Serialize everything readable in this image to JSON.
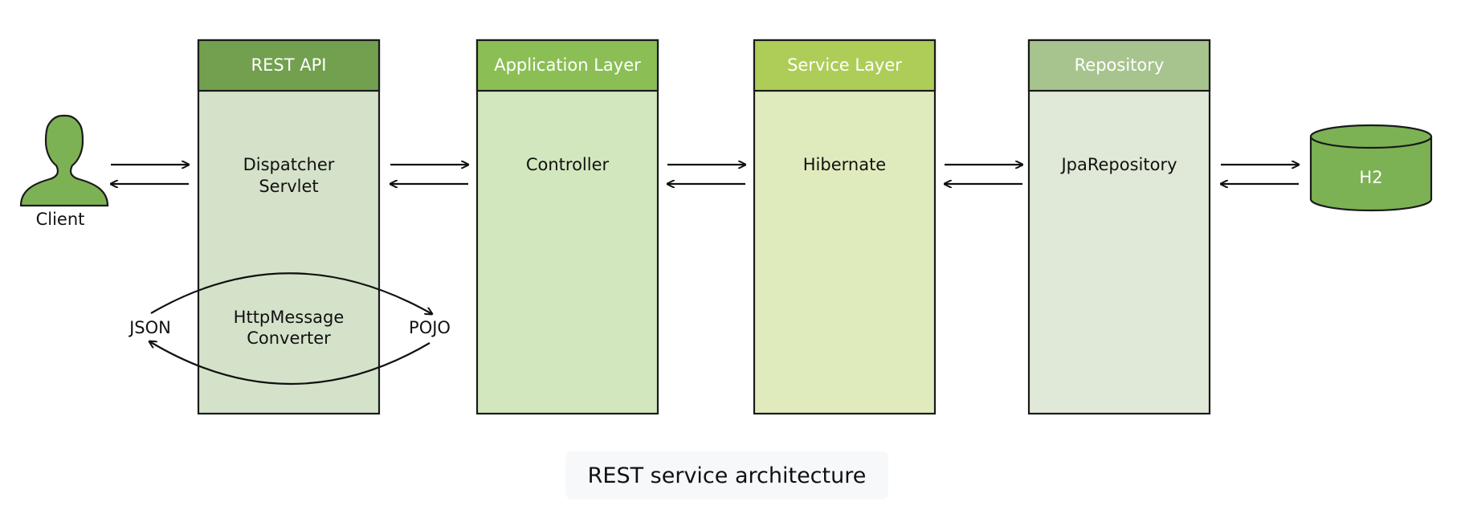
{
  "client": {
    "label": "Client"
  },
  "layers": [
    {
      "header": "REST API",
      "component": [
        "Dispatcher",
        "Servlet"
      ],
      "header_color": "#72a04f",
      "body_color": "#d5e2ca"
    },
    {
      "header": "Application Layer",
      "component": [
        "Controller"
      ],
      "header_color": "#8bbf56",
      "body_color": "#d3e7be"
    },
    {
      "header": "Service Layer",
      "component": [
        "Hibernate"
      ],
      "header_color": "#aecd58",
      "body_color": "#e0ebbd"
    },
    {
      "header": "Repository",
      "component": [
        "JpaRepository"
      ],
      "header_color": "#a7c48e",
      "body_color": "#e0e9d7"
    }
  ],
  "converter": {
    "label": [
      "HttpMessage",
      "Converter"
    ],
    "left_format": "JSON",
    "right_format": "POJO"
  },
  "database": {
    "label": "H2",
    "color": "#7cb254"
  },
  "caption": "REST service architecture",
  "colors": {
    "client_icon": "#7cb254",
    "stroke": "#1a1a1a"
  }
}
